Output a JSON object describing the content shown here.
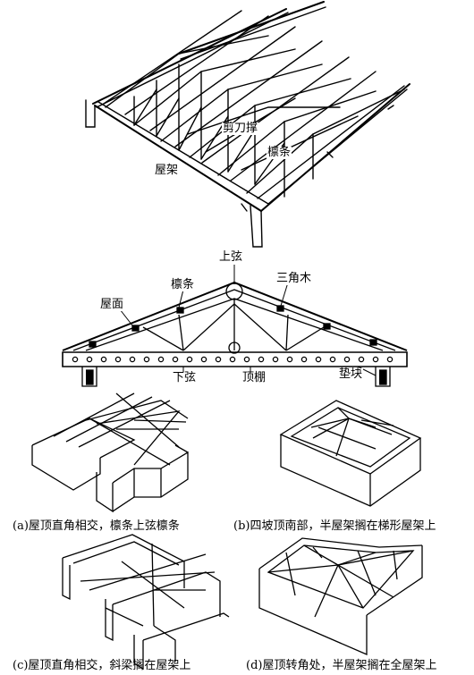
{
  "top_figure": {
    "labels": {
      "scissor_brace": "剪刀撑",
      "purlin": "檩条",
      "roof_truss": "屋架"
    }
  },
  "middle_figure": {
    "labels": {
      "top_chord": "上弦",
      "purlin": "檩条",
      "triangle_wood": "三角木",
      "roof_surface": "屋面",
      "bottom_chord": "下弦",
      "ceiling": "顶棚",
      "pad_block": "垫块"
    }
  },
  "captions": {
    "a": "(a)屋顶直角相交，檩条上弦檩条",
    "b": "(b)四坡顶南部，半屋架搁在梯形屋架上",
    "c": "(c)屋顶直角相交，斜梁搁在屋架上",
    "d": "(d)屋顶转角处，半屋架搁在全屋架上"
  }
}
